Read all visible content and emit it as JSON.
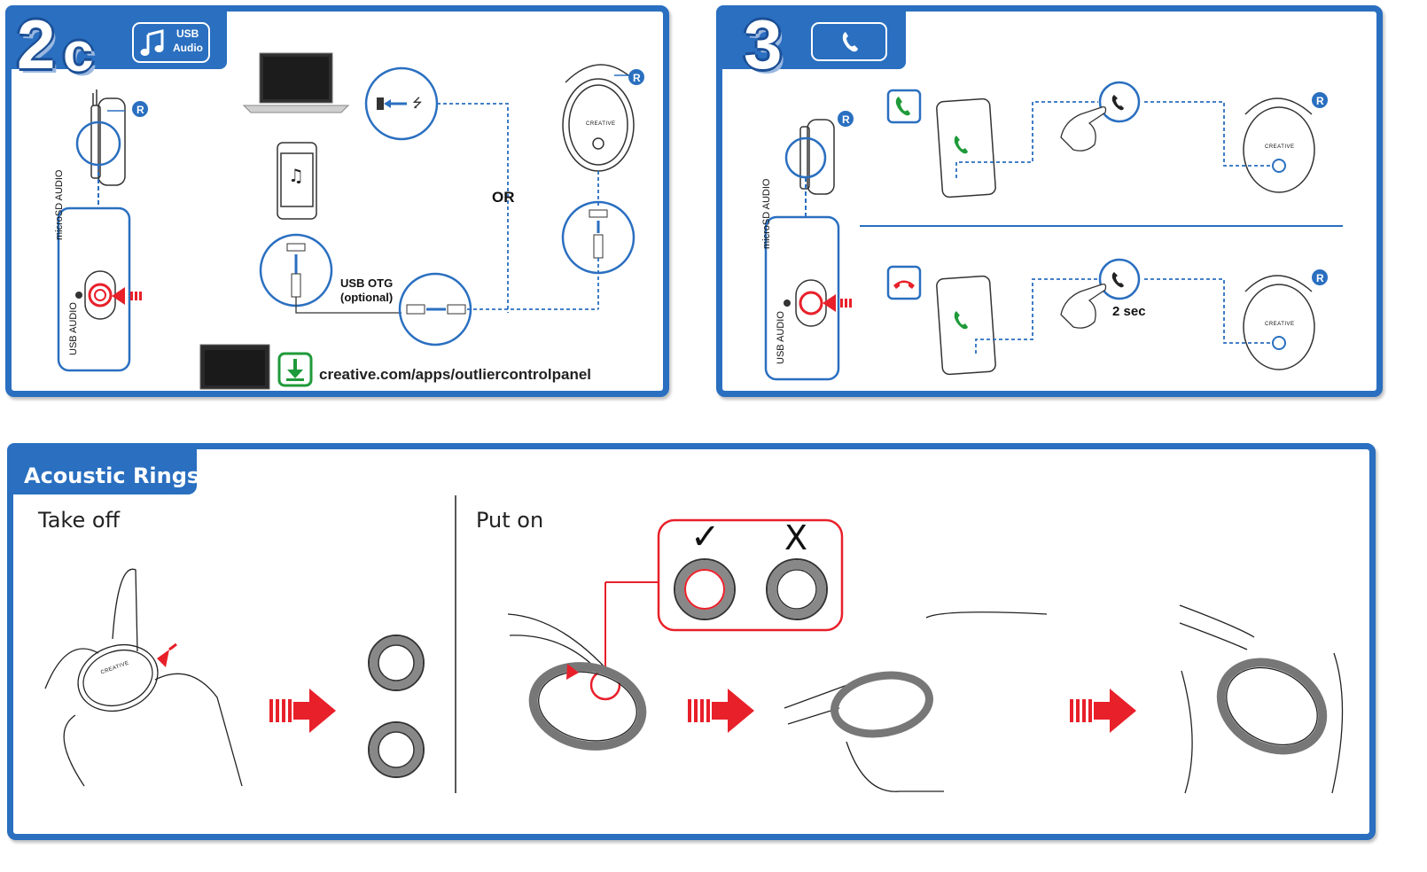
{
  "panel_2c": {
    "step_number": "2",
    "step_letter": "c",
    "badge_line1": "USB",
    "badge_line2": "Audio",
    "badge_icon": "music-note-icon",
    "switch_label_top": "microSD AUDIO",
    "switch_label_bottom": "USB AUDIO",
    "r_marker": "R",
    "or_label": "OR",
    "otg_line1": "USB OTG",
    "otg_line2": "(optional)",
    "brand_small": "CREATIVE",
    "download_icon": "download-icon",
    "url": "creative.com/apps/outliercontrolpanel"
  },
  "panel_3": {
    "step_number": "3",
    "badge_icon": "phone-icon",
    "r_marker": "R",
    "switch_label_top": "microSD AUDIO",
    "switch_label_bottom": "USB AUDIO",
    "answer_icon": "green-phone-icon",
    "hangup_icon": "red-phone-icon",
    "hold_label": "2 sec",
    "brand_small": "CREATIVE"
  },
  "panel_rings": {
    "title": "Acoustic Rings",
    "take_off_label": "Take off",
    "put_on_label": "Put on",
    "correct_mark": "✓",
    "wrong_mark": "X",
    "brand_small": "CREATIVE"
  },
  "colors": {
    "accent_blue": "#2a6fc0",
    "dark_blue": "#1b4f96",
    "arrow_red": "#e8202a",
    "answer_green": "#1f9a3a"
  }
}
